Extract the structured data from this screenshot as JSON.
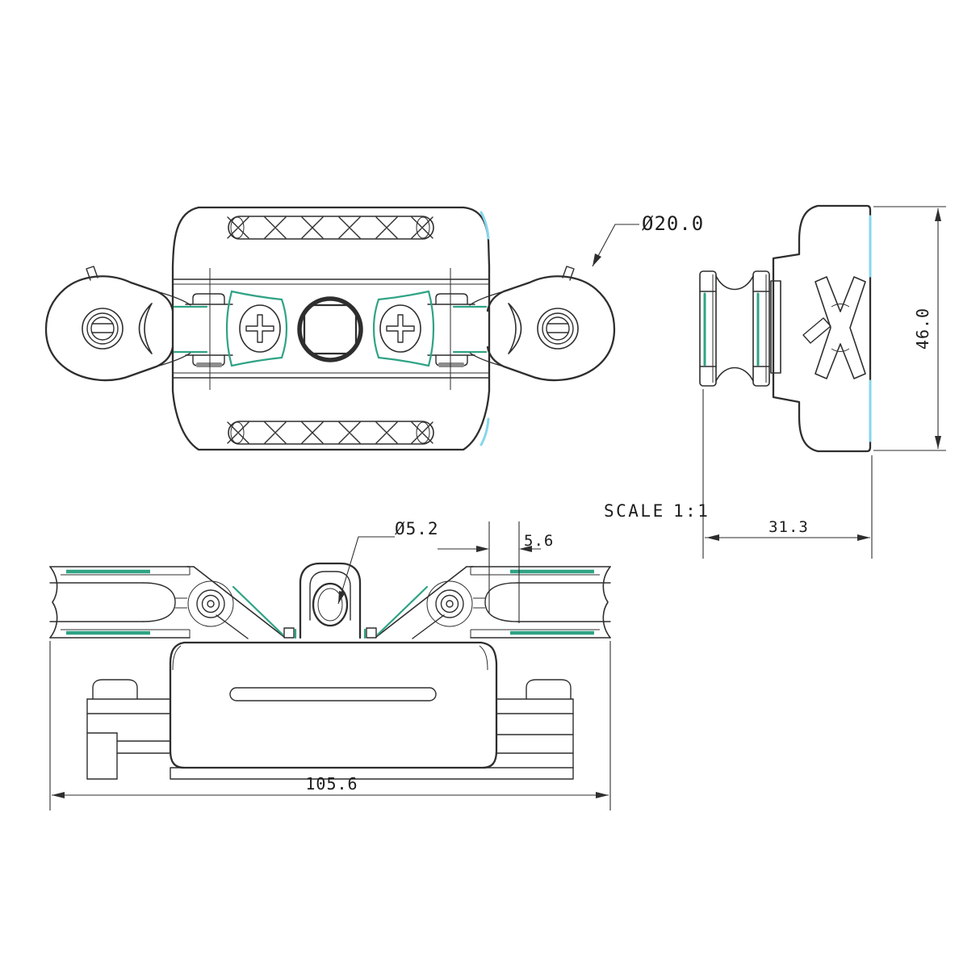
{
  "drawing": {
    "scale_label": "SCALE",
    "scale_value": "1:1",
    "dimensions": {
      "eye_diameter": "Ø20.0",
      "side_height": "46.0",
      "side_width": "31.3",
      "lug_hole_diameter": "Ø5.2",
      "sheave_offset": "5.6",
      "overall_length": "105.6"
    },
    "colors": {
      "line": "#2e2e2e",
      "teal": "#2fa385",
      "cyan": "#86d7ec",
      "text": "#1d1d1d",
      "gray_fill": "#8c8c8c",
      "background": "#ffffff"
    }
  }
}
